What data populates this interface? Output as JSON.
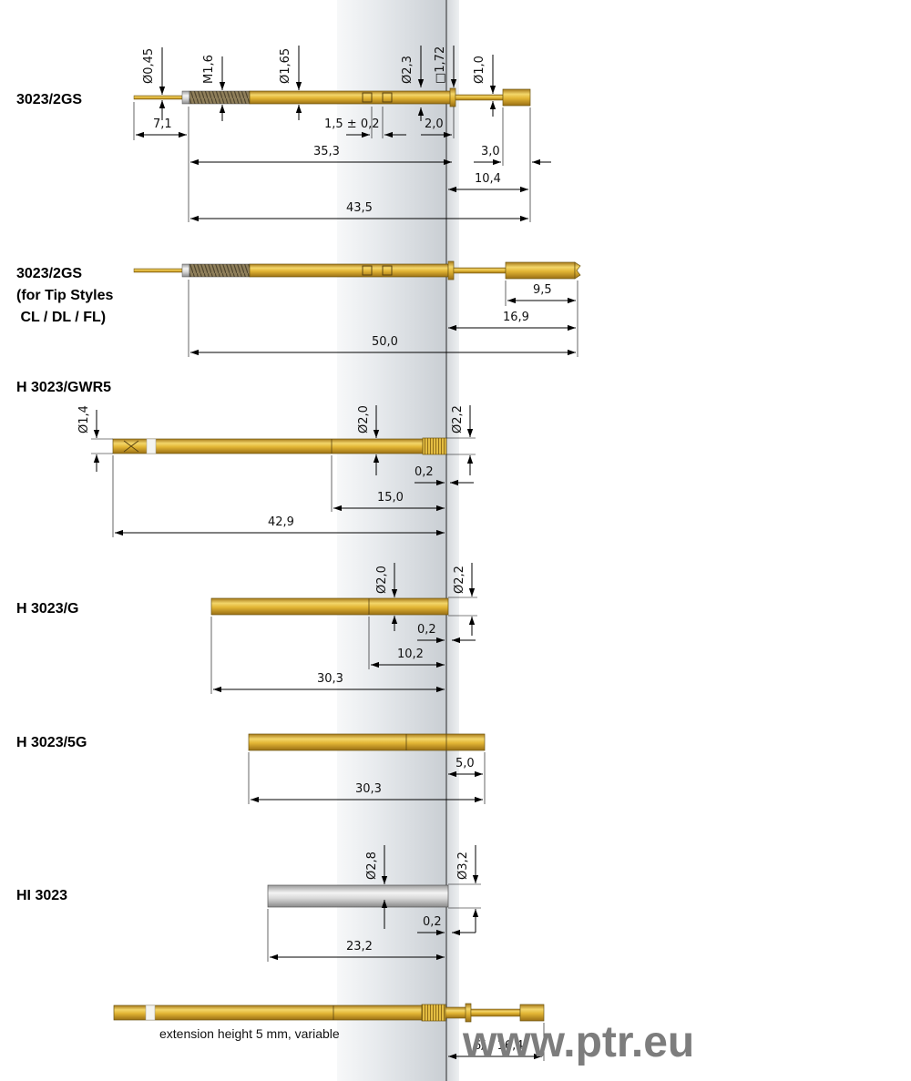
{
  "colors": {
    "gold": "#d9a928",
    "gold_light": "#f3d66a",
    "gold_dark": "#a7791a",
    "steel": "#c8c8c8",
    "plate_left": "#eef1f3",
    "plate_right": "#c7cdd2",
    "watermark": "#7d7d7d"
  },
  "icons": {
    "arrow": "arrowhead"
  },
  "labels": {
    "p1": "3023/2GS",
    "p2a": "3023/2GS",
    "p2b": "(for Tip Styles",
    "p2c": " CL / DL / FL)",
    "p3": "H 3023/GWR5",
    "p4": "H 3023/G",
    "p5": "H 3023/5G",
    "p6": "HI 3023"
  },
  "dims": {
    "p1": {
      "d045": "Ø0,45",
      "m16": "M1,6",
      "d165": "Ø1,65",
      "d23": "Ø2,3",
      "sq172": "□1,72",
      "d10": "Ø1,0",
      "l71": "7,1",
      "l15": "1,5 ± 0,2",
      "l20": "2,0",
      "l353": "35,3",
      "l30": "3,0",
      "l104": "10,4",
      "l435": "43,5"
    },
    "p2": {
      "l95": "9,5",
      "l169": "16,9",
      "l500": "50,0"
    },
    "p3": {
      "d14": "Ø1,4",
      "d20": "Ø2,0",
      "d22": "Ø2,2",
      "l02": "0,2",
      "l150": "15,0",
      "l429": "42,9"
    },
    "p4": {
      "d20": "Ø2,0",
      "d22": "Ø2,2",
      "l02": "0,2",
      "l102": "10,2",
      "l303": "30,3"
    },
    "p5": {
      "l50": "5,0",
      "l303": "30,3"
    },
    "p6": {
      "d28": "Ø2,8",
      "d32": "Ø3,2",
      "l02": "0,2",
      "l232": "23,2"
    },
    "p7": {
      "l": "6/ - 16,4"
    }
  },
  "caption": "extension height 5 mm, variable",
  "watermark": "www.ptr.eu"
}
